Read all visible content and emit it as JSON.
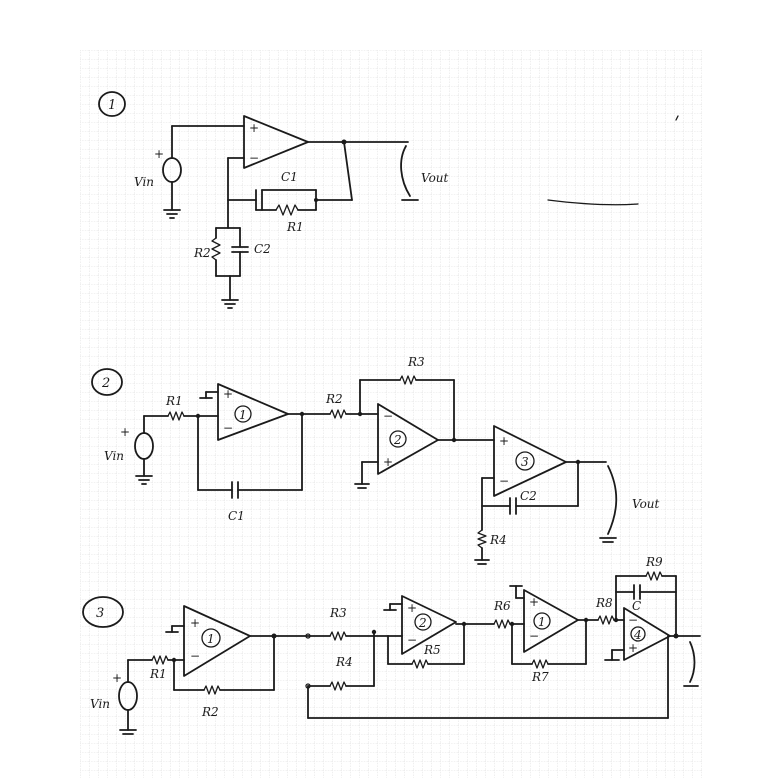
{
  "sections": [
    {
      "number": "1",
      "labels": {
        "vin": "Vin",
        "vout": "Vout",
        "c1": "C1",
        "r1": "R1",
        "r2": "R2",
        "c2": "C2"
      },
      "opamp": {
        "plus": "+",
        "minus": "−"
      },
      "source_sign": "+"
    },
    {
      "number": "2",
      "labels": {
        "vin": "Vin",
        "vout": "Vout",
        "r1": "R1",
        "r2": "R2",
        "r3": "R3",
        "r4": "R4",
        "c1": "C1",
        "c2": "C2"
      },
      "opamps": [
        {
          "number": "1",
          "top": "+",
          "bottom": "−"
        },
        {
          "number": "2",
          "top": "−",
          "bottom": "+"
        },
        {
          "number": "3",
          "top": "+",
          "bottom": "−"
        }
      ],
      "source_sign": "+"
    },
    {
      "number": "3",
      "labels": {
        "vin": "Vin",
        "r1": "R1",
        "r2": "R2",
        "r3": "R3",
        "r4": "R4",
        "r5": "R5",
        "r6": "R6",
        "r7": "R7",
        "r8": "R8",
        "r9": "R9",
        "c": "C"
      },
      "opamps": [
        {
          "number": "1",
          "top": "+",
          "bottom": "−"
        },
        {
          "number": "2",
          "top": "+",
          "bottom": "−"
        },
        {
          "number": "1",
          "top": "+",
          "bottom": "−"
        },
        {
          "number": "4",
          "top": "−",
          "bottom": "+"
        }
      ],
      "source_sign": "+"
    }
  ]
}
